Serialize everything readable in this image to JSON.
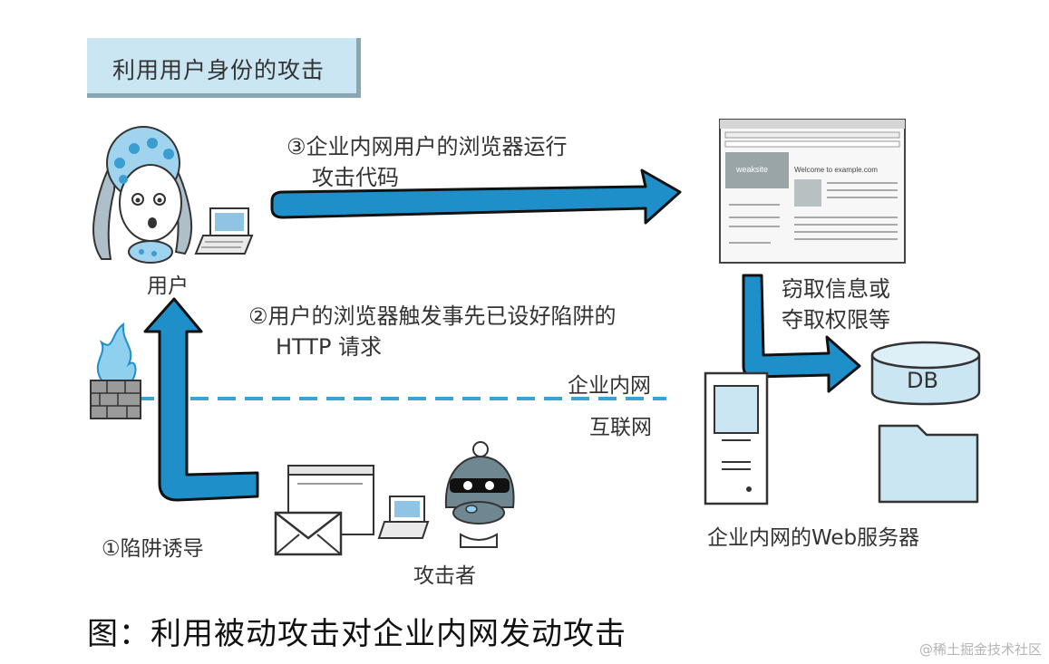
{
  "title": "利用用户身份的攻击",
  "labels": {
    "user": "用户",
    "step3_line1": "③企业内网用户的浏览器运行",
    "step3_line2": "攻击代码",
    "step2_line1": "②用户的浏览器触发事先已设好陷阱的",
    "step2_line2": "HTTP 请求",
    "steal_line1": "窃取信息或",
    "steal_line2": "夺取权限等",
    "db": "DB",
    "intranet": "企业内网",
    "internet": "互联网",
    "step1": "①陷阱诱导",
    "attacker": "攻击者",
    "server": "企业内网的Web服务器"
  },
  "browser": {
    "site_name": "weaksite",
    "welcome": "Welcome to example.com"
  },
  "caption": "图：利用被动攻击对企业内网发动攻击",
  "watermark": "@稀土掘金技术社区",
  "colors": {
    "arrow": "#1f8fc9",
    "arrow_outline": "#111111",
    "title_bg": "#c9e6f2",
    "dashed_line": "#3aa3d6"
  }
}
